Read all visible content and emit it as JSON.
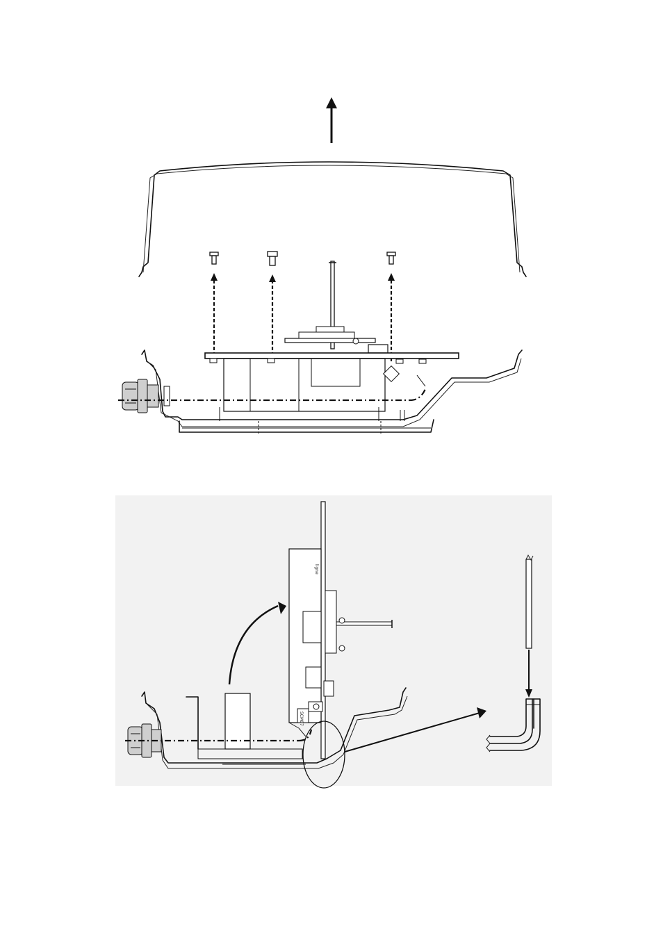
{
  "figure_top": {
    "caption": "",
    "parts": [
      "cover",
      "screw-left",
      "screw-center",
      "screw-right",
      "mounting-plate",
      "shaft",
      "cable-gland",
      "housing-base"
    ]
  },
  "figure_bottom": {
    "caption": "",
    "label_panel": "ligne",
    "label_small": "SCM07"
  },
  "colors": {
    "line": "#111111",
    "panel_background": "#f2f2f2",
    "page": "#ffffff"
  }
}
